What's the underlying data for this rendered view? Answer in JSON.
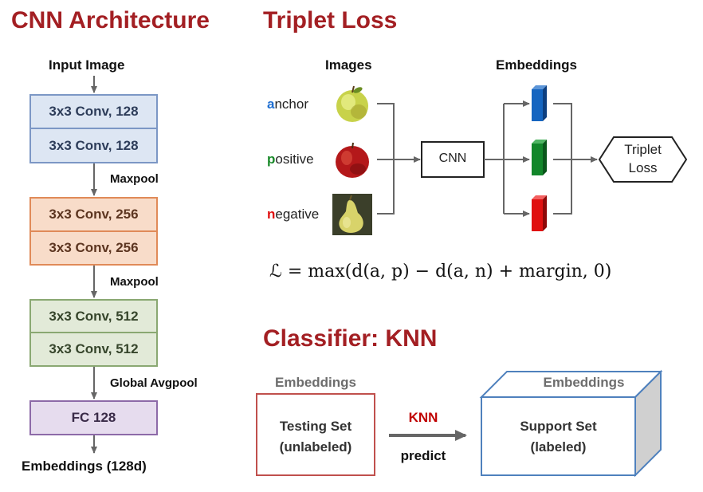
{
  "cnn": {
    "title": "CNN Architecture",
    "input_label": "Input Image",
    "block1": [
      "3x3 Conv, 128",
      "3x3 Conv, 128"
    ],
    "pool1": "Maxpool",
    "block2": [
      "3x3 Conv, 256",
      "3x3 Conv, 256"
    ],
    "pool2": "Maxpool",
    "block3": [
      "3x3 Conv, 512",
      "3x3 Conv, 512"
    ],
    "pool3": "Global Avgpool",
    "fc": "FC 128",
    "output_label": "Embeddings (128d)"
  },
  "triplet": {
    "title": "Triplet Loss",
    "images_header": "Images",
    "embeddings_header": "Embeddings",
    "anchor": {
      "first": "a",
      "rest": "nchor",
      "color": "#1f6fd1"
    },
    "positive": {
      "first": "p",
      "rest": "ositive",
      "color": "#1a8a2a"
    },
    "negative": {
      "first": "n",
      "rest": "egative",
      "color": "#e01010"
    },
    "cnn_label": "CNN",
    "loss_line1": "Triplet",
    "loss_line2": "Loss",
    "formula": "ℒ = max(d(a, p) − d(a, n) + margin, 0)",
    "embedding_colors": [
      "#1565c0",
      "#12862a",
      "#e01010"
    ]
  },
  "classifier": {
    "title": "Classifier: KNN",
    "left_header": "Embeddings",
    "left_line1": "Testing Set",
    "left_line2": "(unlabeled)",
    "arrow_top": "KNN",
    "arrow_bottom": "predict",
    "right_header": "Embeddings",
    "right_line1": "Support Set",
    "right_line2": "(labeled)"
  }
}
